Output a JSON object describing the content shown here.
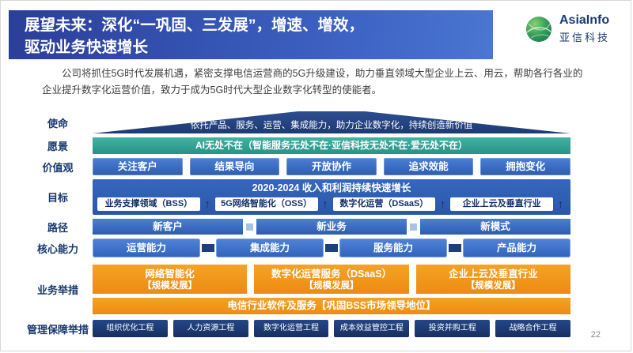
{
  "slide": {
    "title_line1": "展望未来：深化“一巩固、三发展”，增速、增效，",
    "title_line2": "驱动业务快速增长",
    "intro": "公司将抓住5G时代发展机遇，紧密支撑电信运营商的5G升级建设，助力垂直领域大型企业上云、用云，帮助各行各业的企业提升数字化运营价值，致力于成为5G时代大型企业数字化转型的使能者。",
    "page_number": "22"
  },
  "logo": {
    "brand_en": "AsiaInfo",
    "brand_cn": "亚信科技"
  },
  "colors": {
    "navy": "#17376e",
    "blue": "#2f5fb3",
    "teal": "#2f9f96",
    "orange": "#f0931d"
  },
  "rows": {
    "mission": {
      "label": "使命",
      "text": "依托产品、服务、运营、集成能力，助力企业数字化，持续创造新价值"
    },
    "vision": {
      "label": "愿景",
      "text": "AI无处不在（智能服务无处不在·亚信科技无处不在·爱无处不在）"
    },
    "values": {
      "label": "价值观",
      "items": [
        "关注客户",
        "结果导向",
        "开放协作",
        "追求效能",
        "拥抱变化"
      ]
    },
    "goals": {
      "label": "目标",
      "headline": "2020-2024 收入和利润持续快速增长",
      "arrow": "↑",
      "items": [
        "业务支撑领域（BSS）",
        "5G网络智能化（OSS）",
        "数字化运营（DSaaS）",
        "企业上云及垂直行业"
      ]
    },
    "paths": {
      "label": "路径",
      "items": [
        "新客户",
        "新业务",
        "新模式"
      ]
    },
    "capabilities": {
      "label": "核心能力",
      "items": [
        "运营能力",
        "集成能力",
        "服务能力",
        "产品能力"
      ]
    },
    "initiatives": {
      "label": "业务举措",
      "items": [
        {
          "line1": "网络智能化",
          "line2": "【规模发展】"
        },
        {
          "line1": "数字化运营服务（DSaaS）",
          "line2": "【规模发展】"
        },
        {
          "line1": "企业上云及垂直行业",
          "line2": "【规模发展】"
        }
      ],
      "bar": "电信行业软件及服务【巩固BSS市场领导地位】"
    },
    "management": {
      "label": "管理保障举措",
      "items": [
        "组织优化工程",
        "人力资源工程",
        "数字化运营工程",
        "成本效益管控工程",
        "投资并购工程",
        "战略合作工程"
      ]
    }
  }
}
